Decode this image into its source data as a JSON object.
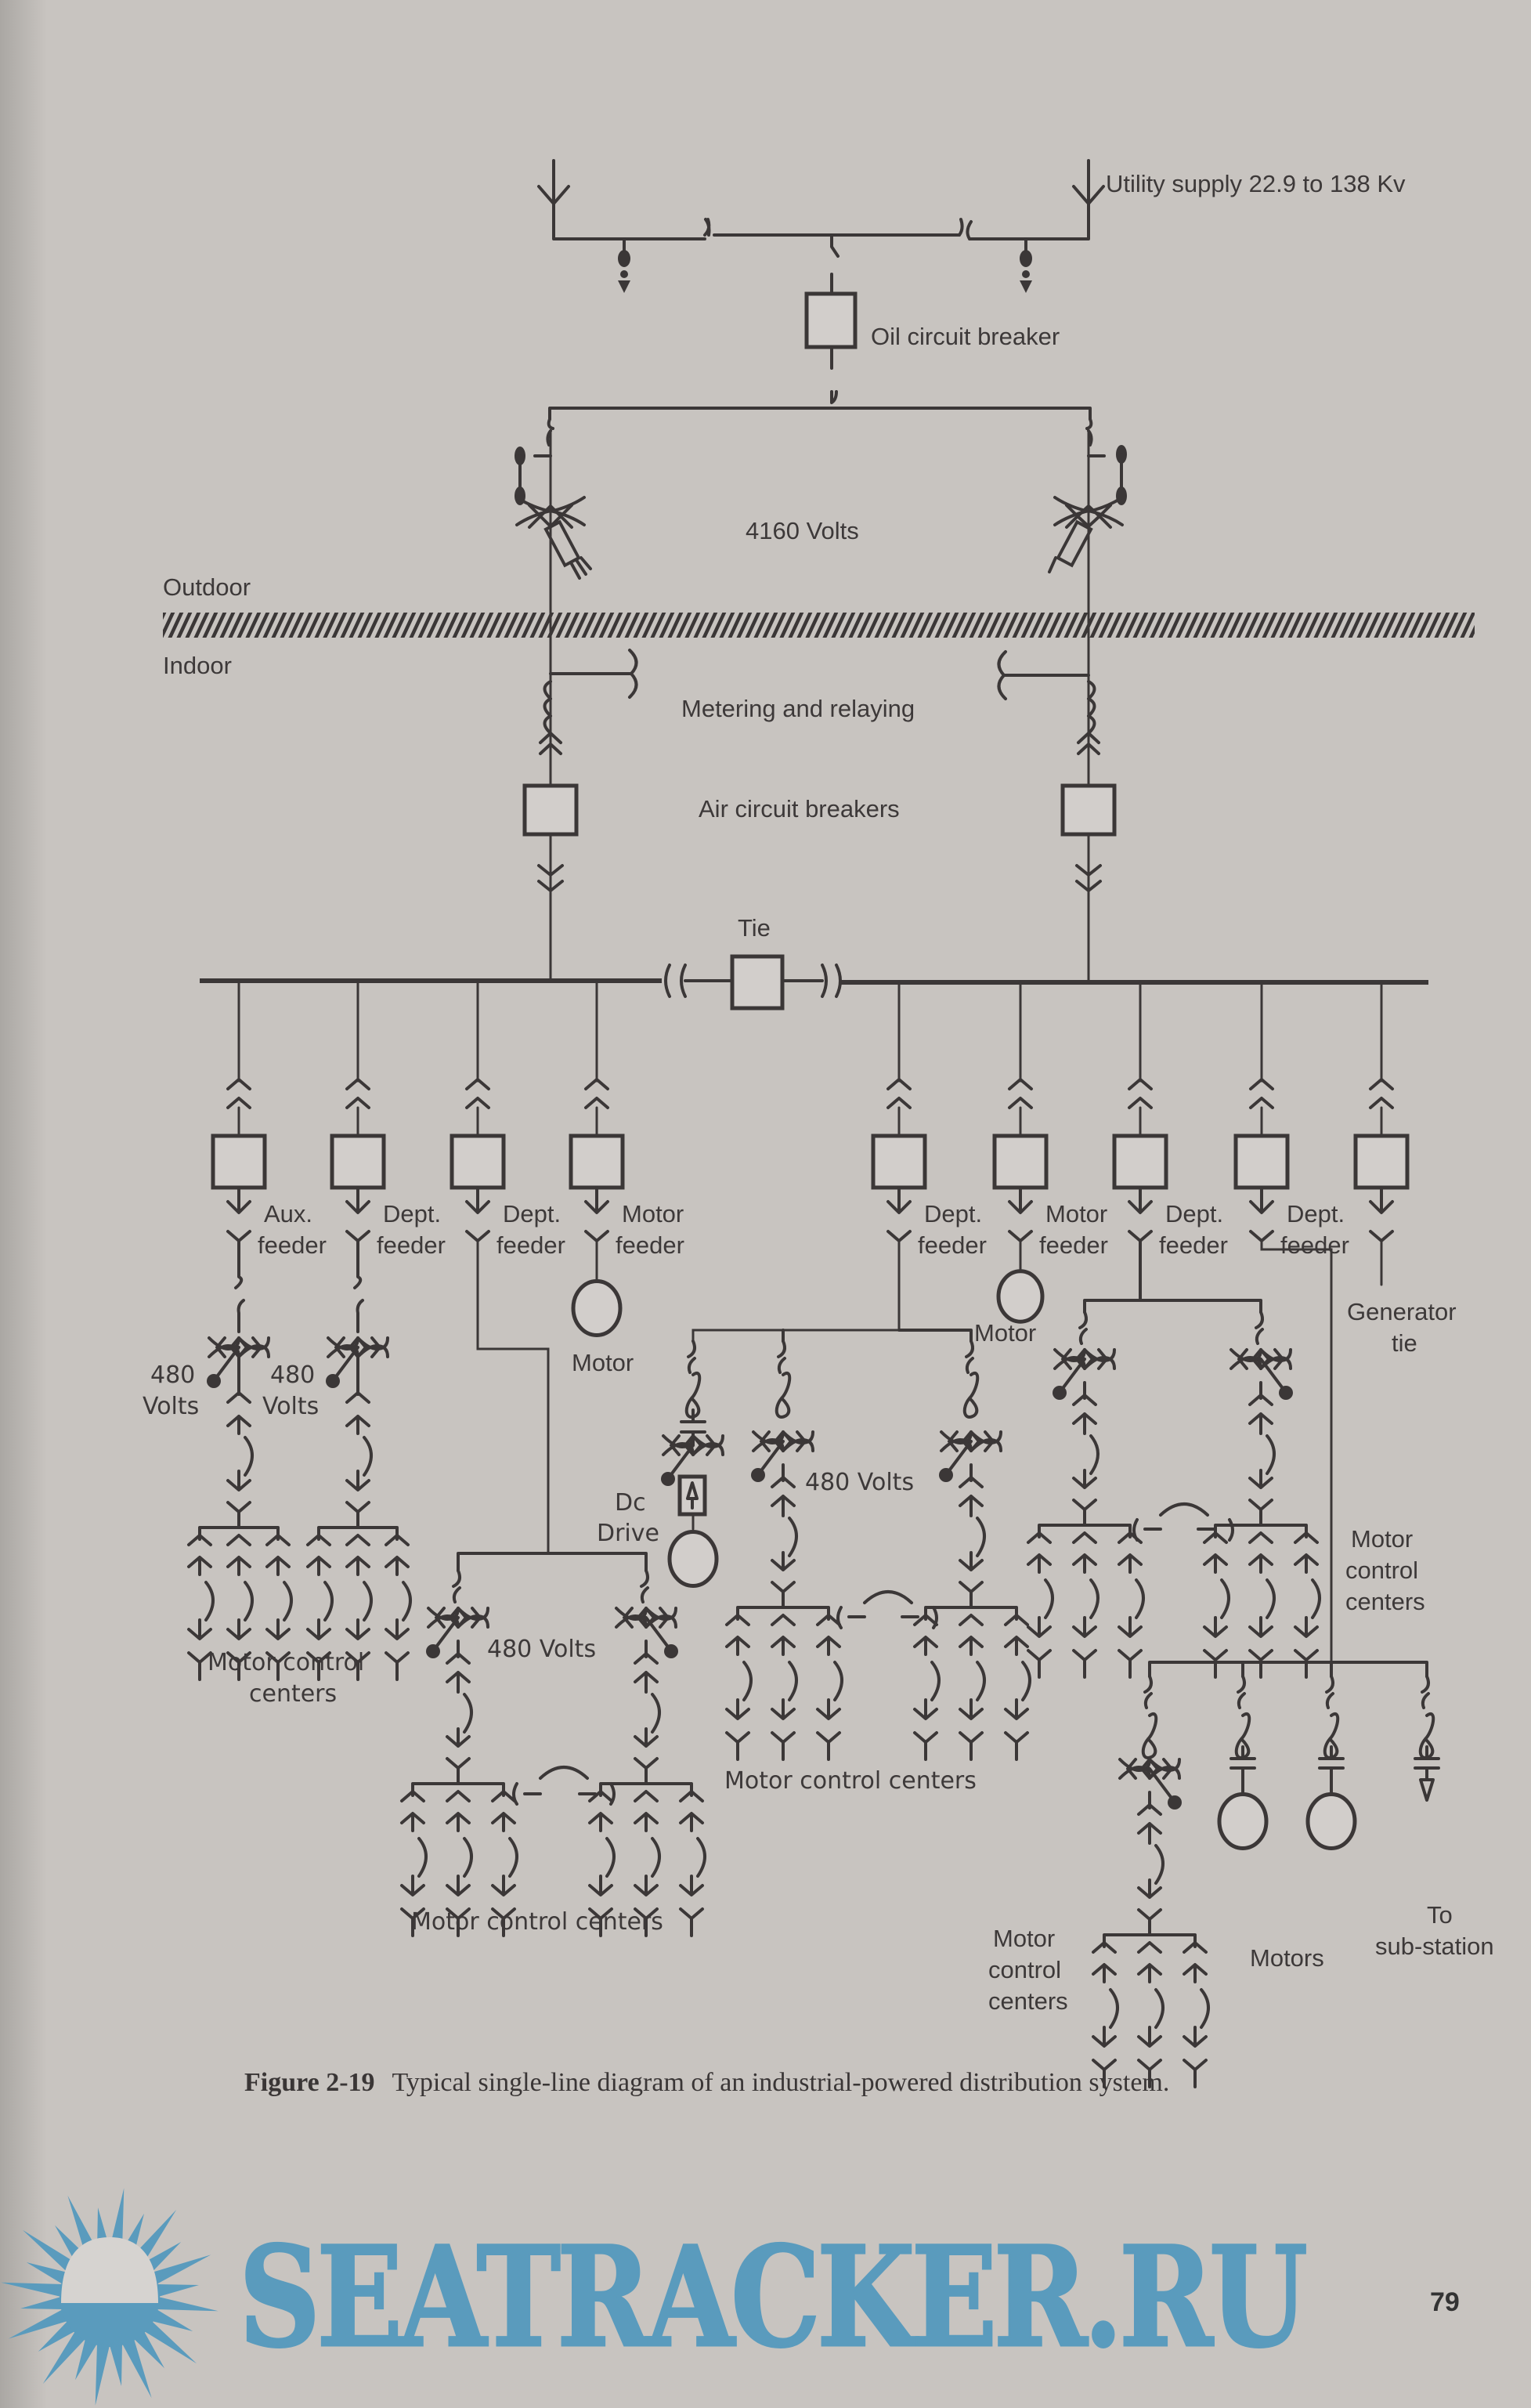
{
  "figure": {
    "number_label": "Figure 2-19",
    "caption": "Typical single-line diagram of an industrial-powered distribution system."
  },
  "labels": {
    "utility_supply": "Utility supply 22.9 to 138 Kv",
    "oil_circuit_breaker": "Oil circuit breaker",
    "volts_4160": "4160 Volts",
    "outdoor": "Outdoor",
    "indoor": "Indoor",
    "metering_relaying": "Metering and relaying",
    "air_circuit_breakers": "Air circuit breakers",
    "tie": "Tie"
  },
  "feeders": [
    {
      "line1": "Aux.",
      "line2": "feeder"
    },
    {
      "line1": "Dept.",
      "line2": "feeder"
    },
    {
      "line1": "Dept.",
      "line2": "feeder"
    },
    {
      "line1": "Motor",
      "line2": "feeder"
    },
    {
      "line1": "Dept.",
      "line2": "feeder"
    },
    {
      "line1": "Motor",
      "line2": "feeder"
    },
    {
      "line1": "Dept.",
      "line2": "feeder"
    },
    {
      "line1": "Dept.",
      "line2": "feeder"
    },
    {
      "line1": "",
      "line2": ""
    }
  ],
  "loads": {
    "motor_left": "Motor",
    "motor_right": "Motor",
    "generator_tie_1": "Generator",
    "generator_tie_2": "tie",
    "volts_480_a_1": "480",
    "volts_480_a_2": "Volts",
    "volts_480_b_1": "480",
    "volts_480_b_2": "Volts",
    "volts_480_c": "480 Volts",
    "volts_480_d": "480 Volts",
    "dc_drive_1": "Dc",
    "dc_drive_2": "Drive",
    "mcc_left_1": "Motor control",
    "mcc_left_2": "centers",
    "mcc_center": "Motor control centers",
    "mcc_lower": "Motor control centers",
    "mcc_right_1": "Motor",
    "mcc_right_2": "control",
    "mcc_right_3": "centers",
    "mcc_bottom_1": "Motor",
    "mcc_bottom_2": "control",
    "mcc_bottom_3": "centers",
    "motors": "Motors",
    "to_substation_1": "To",
    "to_substation_2": "sub-station"
  },
  "watermark": {
    "text": "SEATRACKER.RU",
    "color": "#5a9bbd"
  },
  "page_number": "79",
  "colors": {
    "paper": "#c8c4c0",
    "ink": "#3b3737",
    "breaker_fill": "#d2cecb"
  }
}
